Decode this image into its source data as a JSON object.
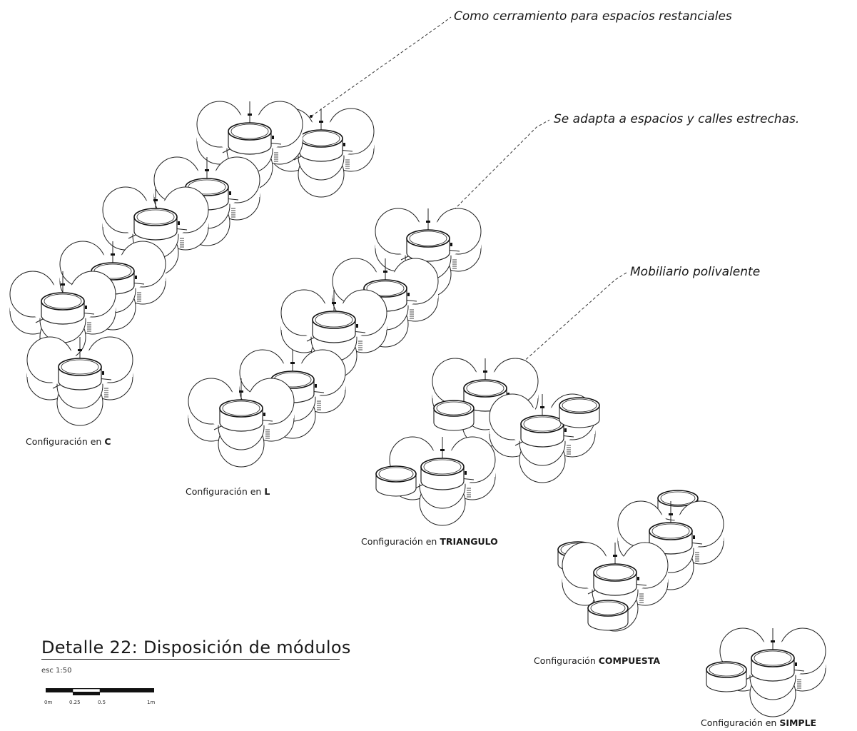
{
  "annotations": {
    "cerramiento": "Como cerramiento para espacios restanciales",
    "adapta": "Se adapta a espacios y calles estrechas.",
    "mobiliario": "Mobiliario polivalente"
  },
  "configurations": {
    "c": {
      "prefix": "Configuración en ",
      "name": "C"
    },
    "l": {
      "prefix": "Configuración en ",
      "name": "L"
    },
    "triangulo": {
      "prefix": "Configuración en ",
      "name": "TRIANGULO"
    },
    "compuesta": {
      "prefix": "Configuración ",
      "name": "COMPUESTA"
    },
    "simple": {
      "prefix": "Configuración en ",
      "name": "SIMPLE"
    }
  },
  "detail": {
    "title": "Detalle 22: Disposición de módulos",
    "scale": "esc   1:50"
  },
  "scale_bar": {
    "ticks": [
      "0m",
      "0.25",
      "0.5",
      "1m"
    ]
  }
}
